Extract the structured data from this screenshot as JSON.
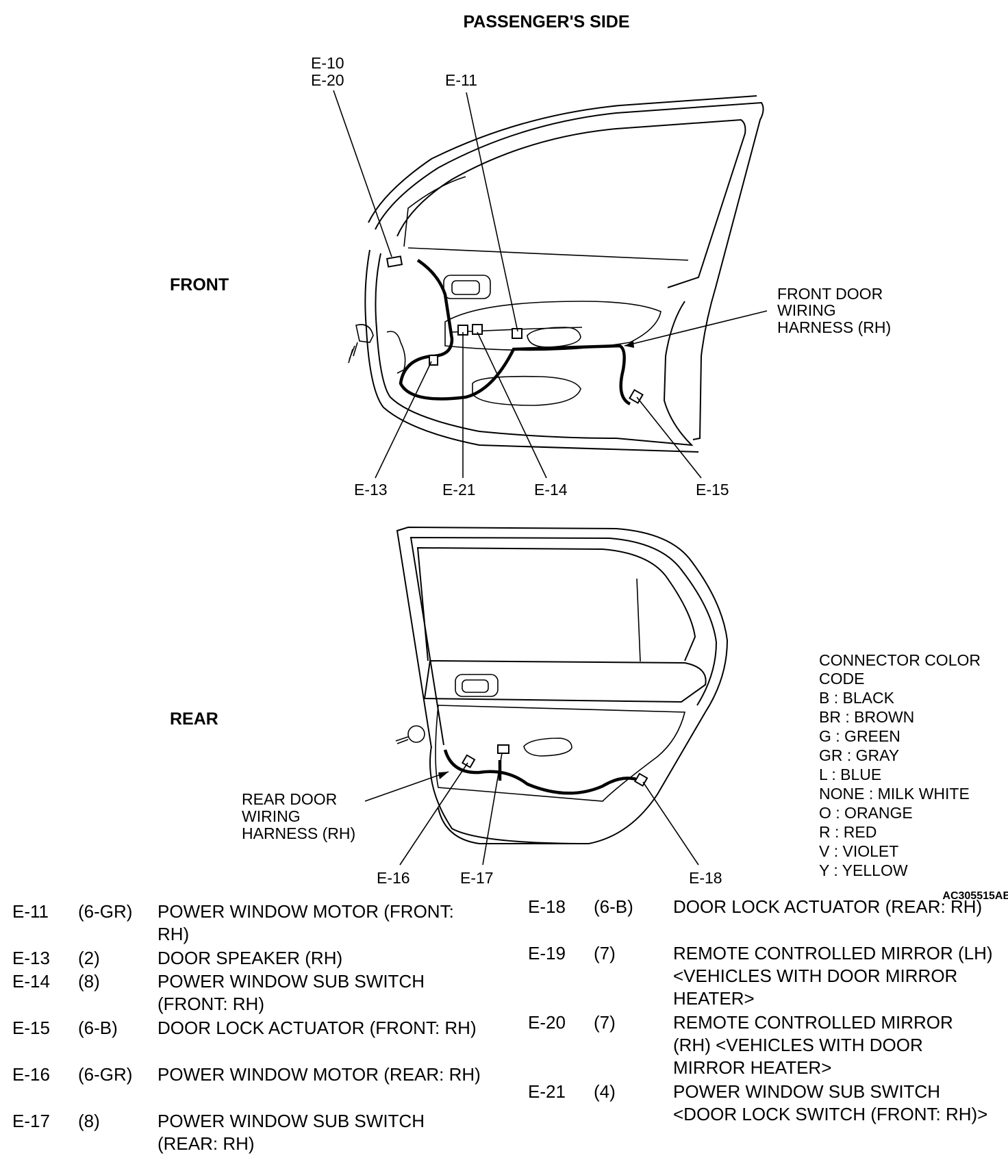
{
  "title": "PASSENGER'S SIDE",
  "sections": {
    "front": "FRONT",
    "rear": "REAR"
  },
  "callouts": {
    "e10_e20": [
      "E-10",
      "E-20"
    ],
    "e11": "E-11",
    "e13": "E-13",
    "e21": "E-21",
    "e14": "E-14",
    "e15": "E-15",
    "e16": "E-16",
    "e17": "E-17",
    "e18": "E-18"
  },
  "harness_labels": {
    "front": [
      "FRONT DOOR",
      "WIRING",
      "HARNESS (RH)"
    ],
    "rear": [
      "REAR DOOR",
      "WIRING",
      "HARNESS (RH)"
    ]
  },
  "color_code": {
    "title_lines": [
      "CONNECTOR COLOR",
      "CODE"
    ],
    "entries": [
      "B : BLACK",
      "BR : BROWN",
      "G : GREEN",
      "GR : GRAY",
      "L : BLUE",
      "NONE : MILK WHITE",
      "O : ORANGE",
      "R : RED",
      "V : VIOLET",
      "Y : YELLOW"
    ]
  },
  "figure_code": "AC305515AB",
  "connectors_left": [
    {
      "id": "E-11",
      "pins": "(6-GR)",
      "desc": "POWER WINDOW MOTOR (FRONT: RH)"
    },
    {
      "id": "E-13",
      "pins": "(2)",
      "desc": "DOOR SPEAKER (RH)"
    },
    {
      "id": "E-14",
      "pins": "(8)",
      "desc": "POWER WINDOW SUB SWITCH (FRONT: RH)"
    },
    {
      "id": "E-15",
      "pins": "(6-B)",
      "desc": "DOOR LOCK ACTUATOR (FRONT: RH)"
    },
    {
      "id": "E-16",
      "pins": "(6-GR)",
      "desc": "POWER WINDOW MOTOR (REAR: RH)"
    },
    {
      "id": "E-17",
      "pins": "(8)",
      "desc": "POWER WINDOW SUB SWITCH (REAR: RH)"
    }
  ],
  "connectors_right": [
    {
      "id": "E-18",
      "pins": "(6-B)",
      "desc": "DOOR LOCK ACTUATOR (REAR: RH)"
    },
    {
      "id": "E-19",
      "pins": "(7)",
      "desc": "REMOTE CONTROLLED MIRROR (LH) <VEHICLES WITH DOOR MIRROR HEATER>"
    },
    {
      "id": "E-20",
      "pins": "(7)",
      "desc": "REMOTE CONTROLLED MIRROR (RH) <VEHICLES WITH DOOR MIRROR HEATER>"
    },
    {
      "id": "E-21",
      "pins": "(4)",
      "desc": "POWER WINDOW SUB SWITCH <DOOR LOCK SWITCH (FRONT: RH)>"
    }
  ]
}
